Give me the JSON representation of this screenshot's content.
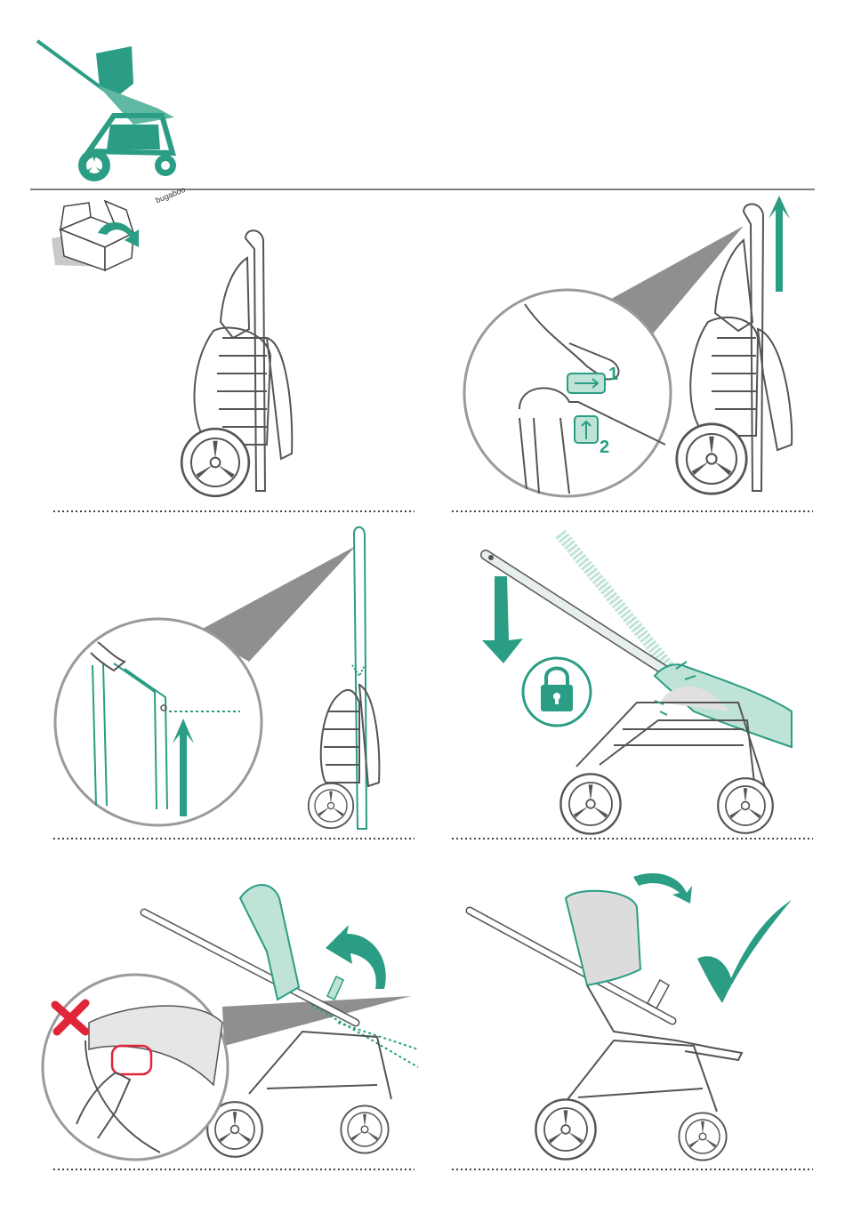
{
  "colors": {
    "accent": "#2a9d84",
    "accent_light": "#bfe3d7",
    "line": "#555555",
    "grey": "#9a9a9a",
    "warn": "#e0253a"
  },
  "header": {
    "icon": "stroller-icon"
  },
  "steps": [
    {
      "id": "1",
      "icon": "folded-stroller-icon",
      "box_icon": "unbox-icon",
      "box_label": "bugaboo"
    },
    {
      "id": "2",
      "icon": "release-handle-icon",
      "callouts": [
        "1",
        "2"
      ]
    },
    {
      "id": "3",
      "icon": "extend-handlebar-icon"
    },
    {
      "id": "4",
      "icon": "lock-frame-icon",
      "lock_icon": "padlock-icon"
    },
    {
      "id": "5",
      "icon": "unfold-seat-icon",
      "warning_icon": "cross-icon"
    },
    {
      "id": "6",
      "icon": "canopy-icon",
      "ok_icon": "checkmark-icon"
    }
  ]
}
